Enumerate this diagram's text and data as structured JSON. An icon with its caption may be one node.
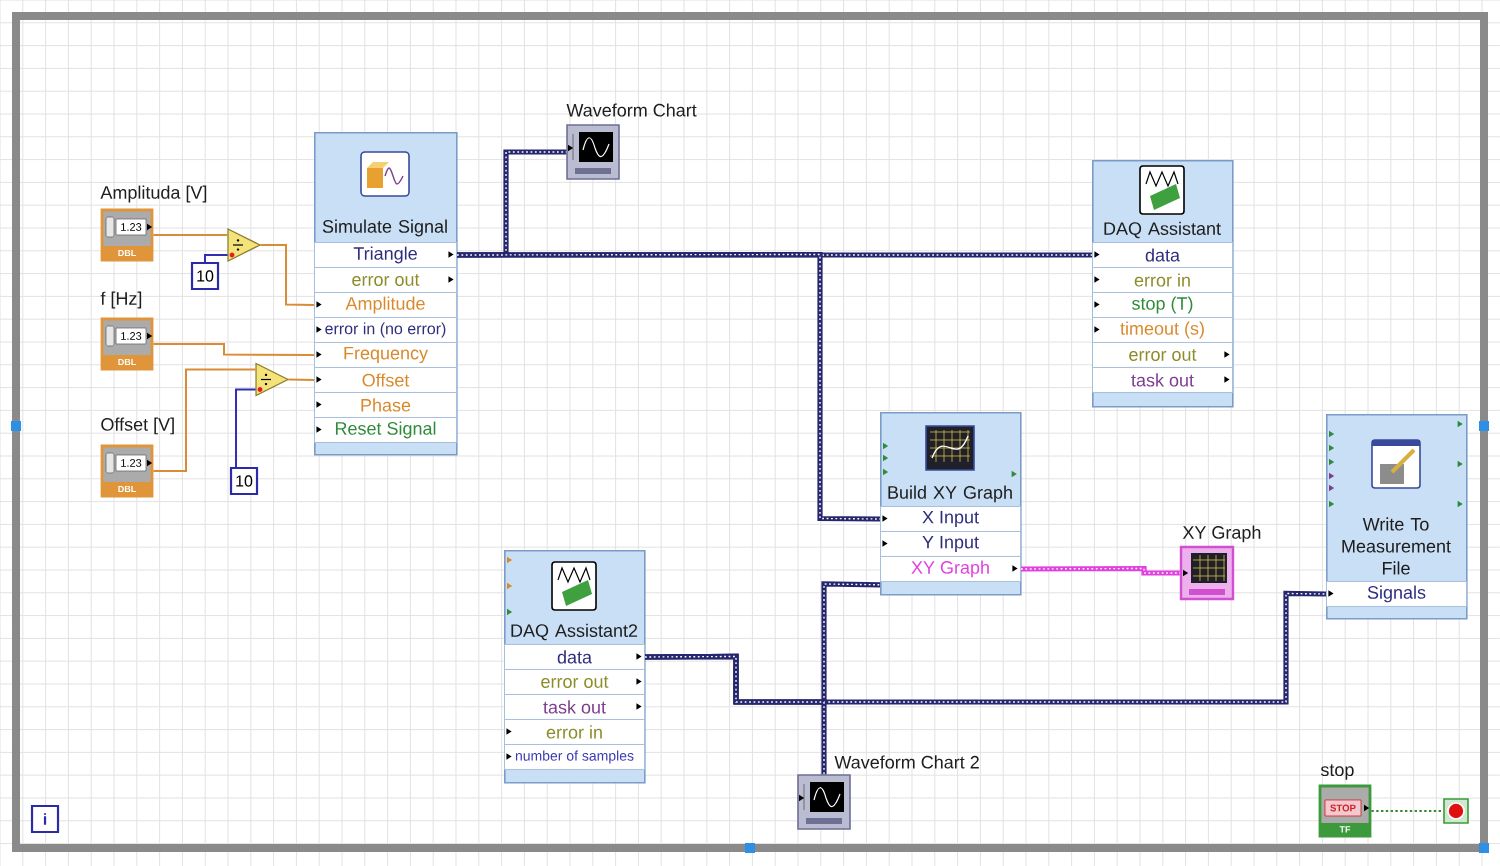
{
  "diagram": {
    "nodes": [
      {
        "text": [
          "Amplituda [V]",
          "1.23",
          "DBL"
        ]
      },
      {
        "text": [
          "f [Hz]",
          "1.23",
          "DBL"
        ]
      },
      {
        "text": [
          "Offset [V]",
          "1.23",
          "DBL"
        ]
      },
      {
        "text": [
          "10"
        ]
      },
      {
        "text": [],
        "shape": "triangle"
      },
      {
        "text": [],
        "shape": "triangle"
      },
      {
        "text": [
          "10"
        ]
      },
      {
        "text": [
          "Simulate Signal"
        ]
      },
      {
        "text": [
          "Triangle"
        ],
        "in": 7
      },
      {
        "text": [
          "error out"
        ],
        "in": 7
      },
      {
        "text": [
          "Amplitude"
        ],
        "in": 7
      },
      {
        "text": [
          "error in (no error)"
        ],
        "in": 7
      },
      {
        "text": [
          "Frequency"
        ],
        "in": 7
      },
      {
        "text": [
          "Offset"
        ],
        "in": 7
      },
      {
        "text": [
          "Phase"
        ],
        "in": 7
      },
      {
        "text": [
          "Reset Signal"
        ],
        "in": 7
      },
      {
        "text": [
          "Waveform Chart"
        ]
      },
      {
        "text": [
          "DAQ Assistant"
        ]
      },
      {
        "text": [
          "data"
        ],
        "in": 17
      },
      {
        "text": [
          "error in"
        ],
        "in": 17
      },
      {
        "text": [
          "stop (T)"
        ],
        "in": 17
      },
      {
        "text": [
          "timeout (s)"
        ],
        "in": 17
      },
      {
        "text": [
          "error out"
        ],
        "in": 17
      },
      {
        "text": [
          "task out"
        ],
        "in": 17
      },
      {
        "text": [
          "Build XY Graph"
        ]
      },
      {
        "text": [
          "X Input"
        ],
        "in": 24
      },
      {
        "text": [
          "Y Input"
        ],
        "in": 24
      },
      {
        "text": [
          "XY Graph"
        ],
        "in": 24
      },
      {
        "text": [
          "XY Graph"
        ]
      },
      {
        "text": [
          "Write To Measurement File"
        ]
      },
      {
        "text": [
          "Signals"
        ],
        "in": 29
      },
      {
        "text": [
          "DAQ Assistant2"
        ]
      },
      {
        "text": [
          "data"
        ],
        "in": 31
      },
      {
        "text": [
          "error out"
        ],
        "in": 31
      },
      {
        "text": [
          "task out"
        ],
        "in": 31
      },
      {
        "text": [
          "error in"
        ],
        "in": 31
      },
      {
        "text": [
          "number of samples"
        ],
        "in": 31
      },
      {
        "text": [
          "Waveform Chart 2"
        ]
      },
      {
        "text": [
          "stop",
          "STOP",
          "TF"
        ]
      },
      {
        "text": [],
        "shape": "box"
      },
      {
        "text": [
          "i"
        ]
      }
    ],
    "edges": [
      {
        "from": 0,
        "to": 4,
        "arrow": "none",
        "color": "#d98c35"
      },
      {
        "from": 3,
        "to": 4,
        "arrow": "none",
        "color": "#3030b0"
      },
      {
        "from": 4,
        "to": 10,
        "arrow": "none",
        "color": "#d98c35"
      },
      {
        "from": 1,
        "to": 12,
        "arrow": "none",
        "color": "#d98c35"
      },
      {
        "from": 2,
        "to": 5,
        "arrow": "none",
        "color": "#d98c35"
      },
      {
        "from": 6,
        "to": 5,
        "arrow": "none",
        "color": "#3030b0"
      },
      {
        "from": 5,
        "to": 13,
        "arrow": "none",
        "color": "#d98c35"
      },
      {
        "from": 8,
        "to": 16,
        "arrow": "none",
        "style": "thick"
      },
      {
        "from": 8,
        "to": 18,
        "arrow": "none",
        "style": "thick"
      },
      {
        "from": 8,
        "to": 25,
        "arrow": "none",
        "style": "thick"
      },
      {
        "from": 32,
        "to": 30,
        "arrow": "none",
        "style": "thick"
      },
      {
        "from": 32,
        "to": 24,
        "arrow": "none",
        "style": "thick"
      },
      {
        "from": 32,
        "to": 37,
        "arrow": "none",
        "style": "thick"
      },
      {
        "from": 27,
        "to": 28,
        "arrow": "none",
        "style": "thick",
        "color": "#e040e0"
      },
      {
        "from": 38,
        "to": 39,
        "arrow": "none",
        "style": "dashed",
        "color": "#3a8a3a"
      }
    ]
  }
}
